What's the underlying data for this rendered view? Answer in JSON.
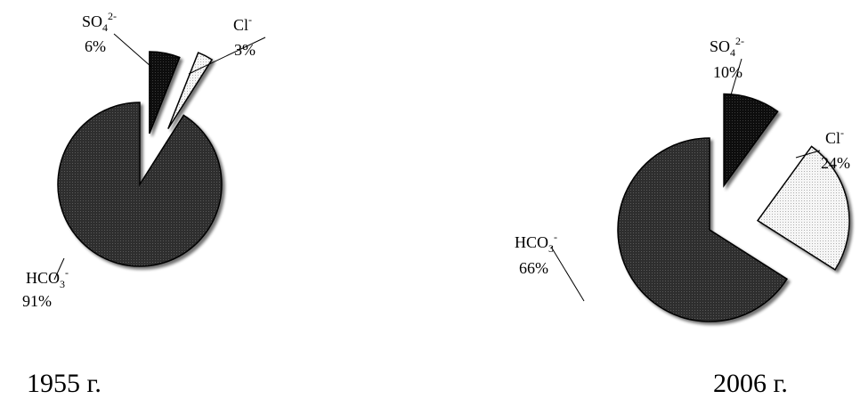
{
  "chart_data": [
    {
      "type": "pie",
      "caption": "1955 г.",
      "slices": [
        {
          "label": "HCO",
          "sub": "3",
          "sup": "-",
          "value": 91,
          "value_label": "91%",
          "fill": "#2e2e2e",
          "exploded": false
        },
        {
          "label": "SO",
          "sub": "4",
          "sup": "2-",
          "value": 6,
          "value_label": "6%",
          "fill": "#0d0d0d",
          "exploded": true
        },
        {
          "label": "Cl",
          "sub": "",
          "sup": "-",
          "value": 3,
          "value_label": "3%",
          "fill": "#f3f3f3",
          "exploded": true
        }
      ]
    },
    {
      "type": "pie",
      "caption": "2006 г.",
      "slices": [
        {
          "label": "HCO",
          "sub": "3",
          "sup": "-",
          "value": 66,
          "value_label": "66%",
          "fill": "#2e2e2e",
          "exploded": false
        },
        {
          "label": "SO",
          "sub": "4",
          "sup": "2-",
          "value": 10,
          "value_label": "10%",
          "fill": "#0d0d0d",
          "exploded": true
        },
        {
          "label": "Cl",
          "sub": "",
          "sup": "-",
          "value": 24,
          "value_label": "24%",
          "fill": "#f3f3f3",
          "exploded": true
        }
      ]
    }
  ]
}
